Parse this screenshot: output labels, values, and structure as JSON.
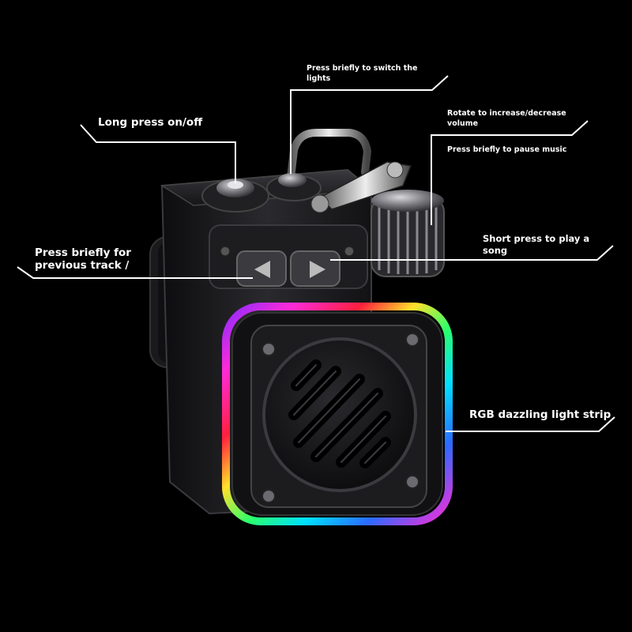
{
  "annotations": {
    "long_press": "Long press on/off",
    "switch_lights_line1": "Press briefly to switch the",
    "switch_lights_line2": "lights",
    "volume_line1": "Rotate to increase/decrease",
    "volume_line2": "volume",
    "pause_music": "Press briefly to pause music",
    "previous_line1": "Press briefly for",
    "previous_line2": "previous track /",
    "play_line1": "Short press to play a",
    "play_line2": "song",
    "rgb_strip": "RGB dazzling light strip"
  },
  "colors": {
    "background": "#000000",
    "text": "#ffffff",
    "speaker_body": "#1c1c1f",
    "rgb": [
      "#ff2bd6",
      "#8a2bff",
      "#2b6bff",
      "#00e0ff",
      "#2bff6b",
      "#ffe02b",
      "#ff7a00",
      "#ff1f3d"
    ]
  },
  "icons": [
    "power-button-icon",
    "light-button-icon",
    "previous-track-icon",
    "play-next-icon",
    "volume-knob-icon",
    "speaker-grille-icon"
  ]
}
